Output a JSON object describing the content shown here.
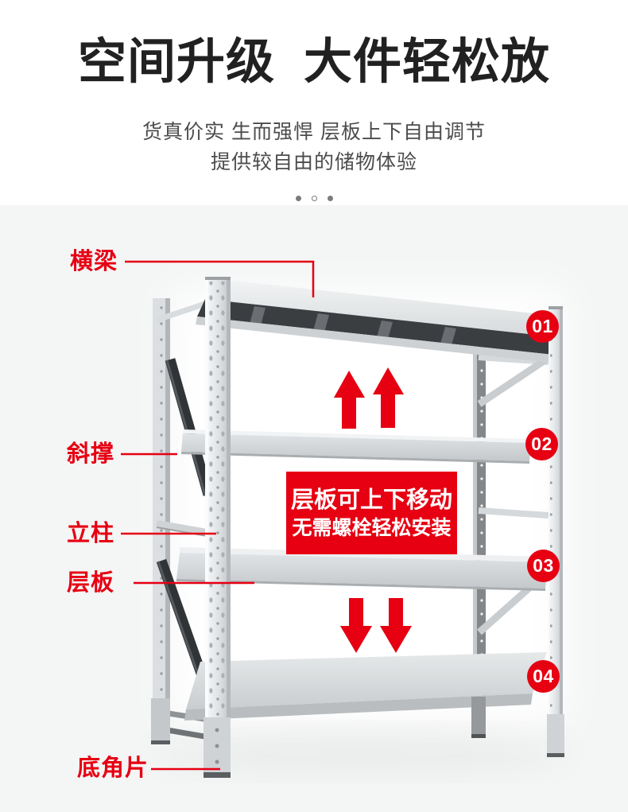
{
  "colors": {
    "accent_red": "#e60012",
    "title_text": "#212121",
    "subtitle_text": "#4c4c4c",
    "page_bg": "#ffffff",
    "section_bg": "#f4f5f5"
  },
  "header": {
    "title": "空间升级  大件轻松放",
    "subtitle_line1": "货真价实 生而强悍 层板上下自由调节",
    "subtitle_line2": "提供较自由的储物体验"
  },
  "diagram": {
    "part_labels": [
      {
        "id": "crossbeam",
        "label": "横梁"
      },
      {
        "id": "diagonal-brace",
        "label": "斜撑"
      },
      {
        "id": "upright-column",
        "label": "立柱"
      },
      {
        "id": "shelf-board",
        "label": "层板"
      },
      {
        "id": "bottom-corner-plate",
        "label": "底角片"
      }
    ],
    "badges": [
      {
        "number": "01"
      },
      {
        "number": "02"
      },
      {
        "number": "03"
      },
      {
        "number": "04"
      }
    ],
    "callout": {
      "line1": "层板可上下移动",
      "line2": "无需螺栓轻松安装"
    },
    "arrows": {
      "up_count": 2,
      "down_count": 2
    }
  }
}
